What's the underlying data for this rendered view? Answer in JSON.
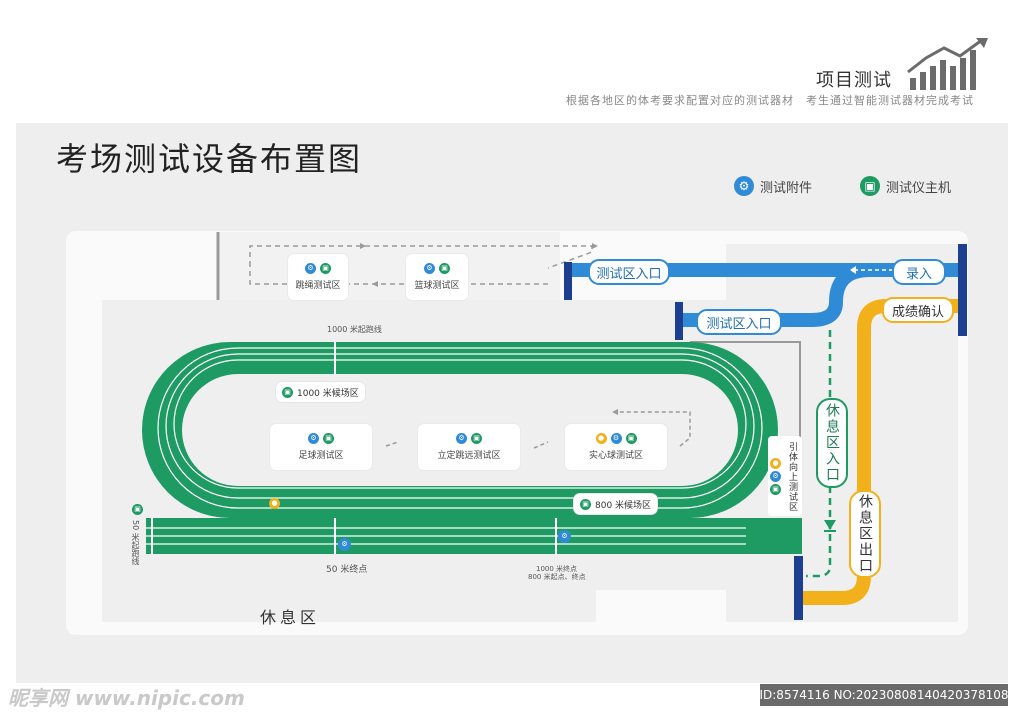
{
  "header": {
    "title": "项目测试",
    "subtitle": "根据各地区的体考要求配置对应的测试器材　考生通过智能测试器材完成考试"
  },
  "main_title": "考场测试设备布置图",
  "legend": {
    "accessory": "测试附件",
    "host": "测试仪主机"
  },
  "zones": {
    "rope": "跳绳测试区",
    "basketball": "篮球测试区",
    "football": "足球测试区",
    "long_jump": "立定跳远测试区",
    "medicine_ball": "实心球测试区",
    "pullup": "引体向上测试区",
    "wait_1000": "1000 米候场区",
    "wait_800": "800 米候场区",
    "rest": "休息区"
  },
  "labels": {
    "start_1000": "1000 米起跑线",
    "start_50": "50 米起跑线",
    "end_50": "50 米终点",
    "end_1000": "1000 米终点",
    "end_800": "800 米起点、终点"
  },
  "flow": {
    "entrance_1": "测试区入口",
    "entrance_2": "测试区入口",
    "register": "录入",
    "confirm": "成绩确认",
    "rest_entrance": "休息区入口",
    "rest_exit": "休息区出口"
  },
  "watermark": {
    "site": "昵享网 www.nipic.com",
    "id": "ID:8574116 NO:20230808140420378108"
  },
  "colors": {
    "track": "#1e9a63",
    "blue": "#2f8bd6",
    "yellow": "#f2b11b",
    "navy": "#1d3f8f"
  }
}
